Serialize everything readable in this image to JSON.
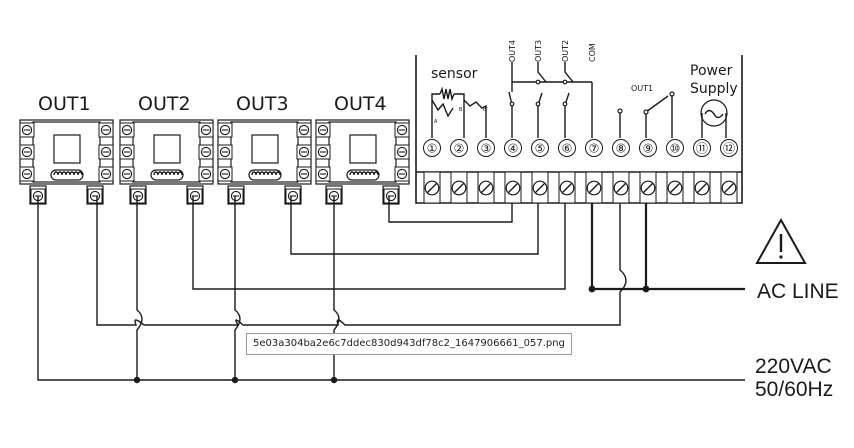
{
  "relays": [
    {
      "label": "OUT1"
    },
    {
      "label": "OUT2"
    },
    {
      "label": "OUT3"
    },
    {
      "label": "OUT4"
    }
  ],
  "controller": {
    "sensor_label": "sensor",
    "power_label_line1": "Power",
    "power_label_line2": "Supply",
    "top_outputs": [
      "OUT4",
      "OUT3",
      "OUT2",
      "COM"
    ],
    "out1_label": "OUT1",
    "sensor_pin_marks": [
      "A",
      "B",
      "B'"
    ],
    "terminals": [
      "①",
      "②",
      "③",
      "④",
      "⑤",
      "⑥",
      "⑦",
      "⑧",
      "⑨",
      "⑩",
      "⑪",
      "⑫"
    ]
  },
  "ac_line_label": "AC LINE",
  "supply_label_line1": "220VAC",
  "supply_label_line2": "50/60Hz",
  "filename_caption": "5e03a304ba2e6c7ddec830d943df78c2_1647906661_057.png",
  "icons": {
    "warning": "warning-triangle-icon",
    "sine": "sine-wave-icon",
    "screw": "screw-terminal-icon",
    "coil": "relay-coil-icon"
  }
}
